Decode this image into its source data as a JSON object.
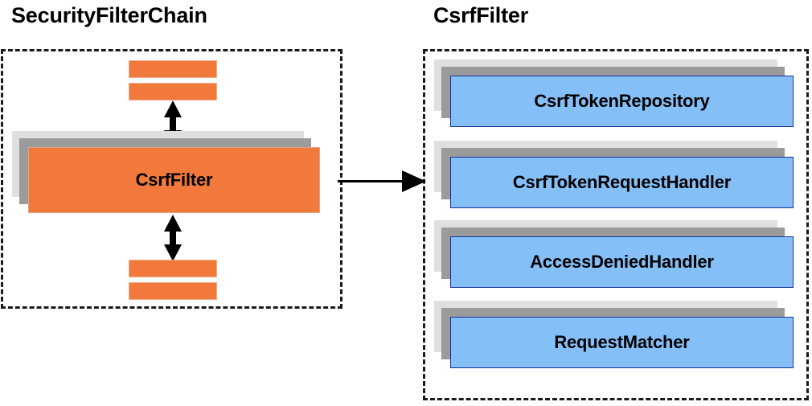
{
  "diagram": {
    "groups": [
      {
        "id": "security-filter-chain",
        "title": "SecurityFilterChain",
        "filters": [
          {
            "id": "csrf-filter",
            "label": "CsrfFilter"
          }
        ]
      },
      {
        "id": "csrf-filter-group",
        "title": "CsrfFilter",
        "collaborators": [
          {
            "id": "csrf-token-repository",
            "label": "CsrfTokenRepository"
          },
          {
            "id": "csrf-token-request-handler",
            "label": "CsrfTokenRequestHandler"
          },
          {
            "id": "access-denied-handler",
            "label": "AccessDeniedHandler"
          },
          {
            "id": "request-matcher",
            "label": "RequestMatcher"
          }
        ]
      }
    ],
    "connectors": [
      {
        "id": "chain-up",
        "kind": "double-arrow-vertical"
      },
      {
        "id": "chain-down",
        "kind": "double-arrow-vertical"
      },
      {
        "id": "csrf-to-detail",
        "kind": "arrow-right"
      }
    ],
    "colors": {
      "filter_fill": "#f2793c",
      "collaborator_fill": "#85bff8",
      "collaborator_border": "#16319b",
      "shadow_dark": "#9b9b9b",
      "shadow_light": "#dfdfdf",
      "container_border": "#1a1a1a",
      "text": "#000000"
    }
  }
}
